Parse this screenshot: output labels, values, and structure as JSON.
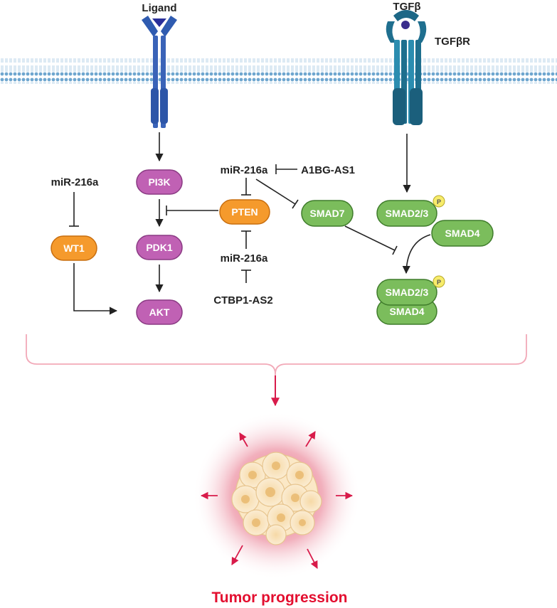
{
  "receptors": {
    "ligand_label": "Ligand",
    "tgfb_label": "TGFβ",
    "tgfbr_label": "TGFβR"
  },
  "pi3k_pathway": {
    "pi3k": "PI3K",
    "pdk1": "PDK1",
    "akt": "AKT"
  },
  "left_branch": {
    "mir": "miR-216a",
    "wt1": "WT1"
  },
  "center_branch": {
    "mir_top": "miR-216a",
    "a1bg": "A1BG-AS1",
    "pten": "PTEN",
    "mir_bottom": "miR-216a",
    "ctbp1": "CTBP1-AS2",
    "smad7": "SMAD7"
  },
  "smad_pathway": {
    "smad23": "SMAD2/3",
    "smad4": "SMAD4",
    "complex_smad23": "SMAD2/3",
    "complex_smad4": "SMAD4",
    "phospho": "P"
  },
  "outcome": {
    "label": "Tumor progression"
  },
  "colors": {
    "purple": "#c061b4",
    "purple_border": "#8a3a83",
    "orange": "#f59a2c",
    "orange_border": "#c86e0f",
    "green": "#7bbd5c",
    "green_border": "#3f7c2b",
    "red": "#e30e2f",
    "receptor_blue": "#3a63b8",
    "tgfbr_teal": "#1e6f8e"
  }
}
